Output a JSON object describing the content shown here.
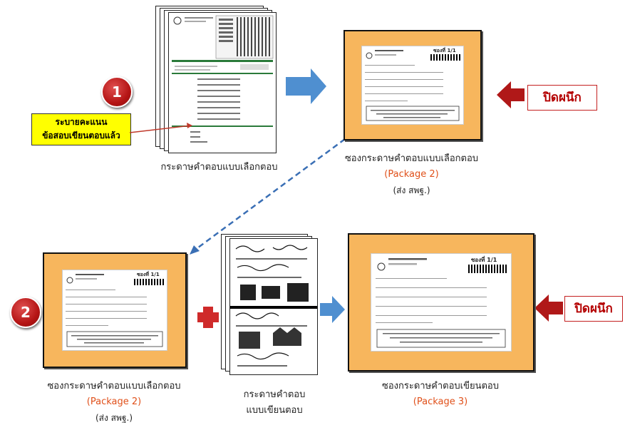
{
  "step1_number": "1",
  "step2_number": "2",
  "note_line1": "ระบายคะแนน",
  "note_line2": "ข้อสอบเขียนตอบแล้ว",
  "answer_sheet_caption": "กระดาษคำตอบแบบเลือกตอบ",
  "package2_top": {
    "title": "ซองกระดาษคำตอบแบบเลือกตอบ",
    "package": "(Package 2)",
    "sub": "(ส่ง สพฐ.)",
    "label_page": "1/1",
    "label_prefix": "ซองที่"
  },
  "package2_bottom": {
    "title": "ซองกระดาษคำตอบแบบเลือกตอบ",
    "package": "(Package 2)",
    "sub": "(ส่ง สพฐ.)",
    "label_page": "1/1",
    "label_prefix": "ซองที่"
  },
  "written_sheets_caption_line1": "กระดาษคำตอบ",
  "written_sheets_caption_line2": "แบบเขียนตอบ",
  "package3": {
    "title": "ซองกระดาษคำตอบเขียนตอบ",
    "package": "(Package 3)",
    "label_page": "1/1",
    "label_prefix": "ซองที่"
  },
  "seal_top": "ปิดผนึก",
  "seal_bottom": "ปิดผนึก",
  "colors": {
    "envelope": "#f7b65d",
    "arrow_blue": "#4f8fd0",
    "arrow_red": "#b01818",
    "package_text": "#e0501a",
    "dashed_line": "#3a6fb5"
  }
}
